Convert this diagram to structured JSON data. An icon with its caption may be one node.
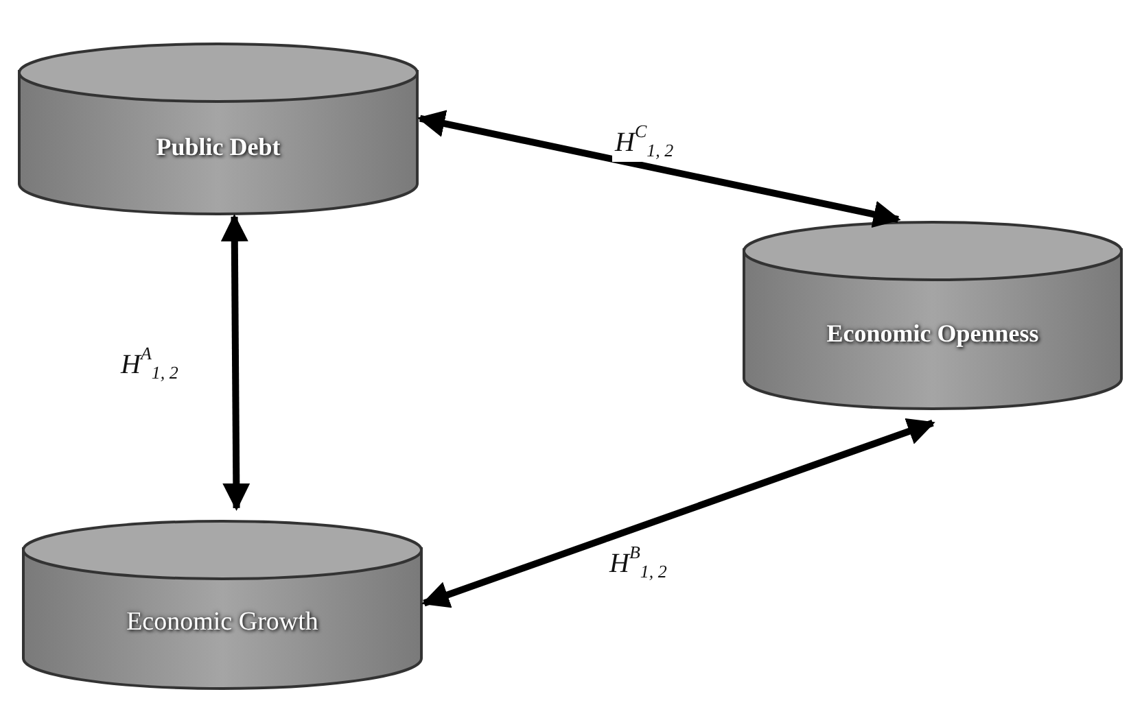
{
  "diagram": {
    "nodes": [
      {
        "text": [
          "Public Debt"
        ]
      },
      {
        "text": [
          "Economic Openness"
        ]
      },
      {
        "text": [
          "Economic Growth"
        ]
      }
    ],
    "edges": [
      {
        "from": 0,
        "to": 1,
        "arrow": "both",
        "label": "H$^{C}$$_{1, 2}$"
      },
      {
        "from": 0,
        "to": 2,
        "arrow": "both",
        "label": "H$^{A}$$_{1, 2}$"
      },
      {
        "from": 2,
        "to": 1,
        "arrow": "both",
        "label": "H$^{B}$$_{1, 2}$"
      }
    ]
  }
}
